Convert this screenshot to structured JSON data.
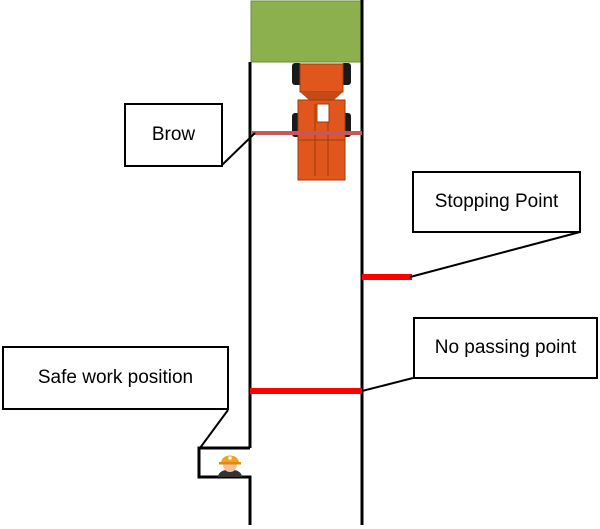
{
  "labels": {
    "brow": "Brow",
    "stopping_point": "Stopping Point",
    "no_passing_point": "No passing point",
    "safe_work_position": "Safe work position"
  },
  "colors": {
    "green_area": "#8db04f",
    "marker_line": "#ff0000",
    "brow_line": "#c9575a",
    "truck_body": "#e0561c",
    "tire": "#1a1a1a",
    "worker_helmet": "#f4a21e",
    "outline": "#000000"
  },
  "icons": [
    "mining-truck-icon",
    "worker-icon"
  ]
}
